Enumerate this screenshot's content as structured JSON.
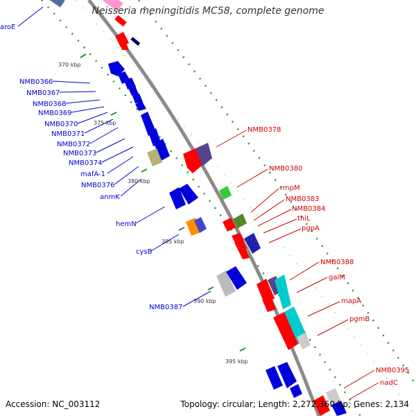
{
  "title": "Neisseria meningitidis MC58, complete genome",
  "accession": "Accession: NC_003112",
  "topology": "Topology: circular; Length: 2,272,360 bp; Genes: 2,134",
  "colors": {
    "reverse_label": "#0000cc",
    "forward_label": "#cc0000",
    "backbone": "#8a8a8a",
    "dot": "#2e8b2e"
  },
  "ticks": [
    "370 kbp",
    "375 kbp",
    "380 kbp",
    "385 kbp",
    "390 kbp",
    "395 kbp"
  ],
  "reverse_labels": [
    "aroE",
    "NMB0366",
    "NMB0367",
    "NMB0368",
    "NMB0369",
    "NMB0370",
    "NMB0371",
    "NMB0372",
    "NMB0373",
    "NMB0374",
    "mafA-1",
    "NMB0376",
    "anmK",
    "hemN",
    "cysB",
    "NMB0387"
  ],
  "forward_labels": [
    "NMB0378",
    "NMB0380",
    "rmpM",
    "NMB0383",
    "NMB0384",
    "thiL",
    "pgpA",
    "NMB0388",
    "galM",
    "mapA",
    "pgmB",
    "NMB0395",
    "nadC"
  ]
}
